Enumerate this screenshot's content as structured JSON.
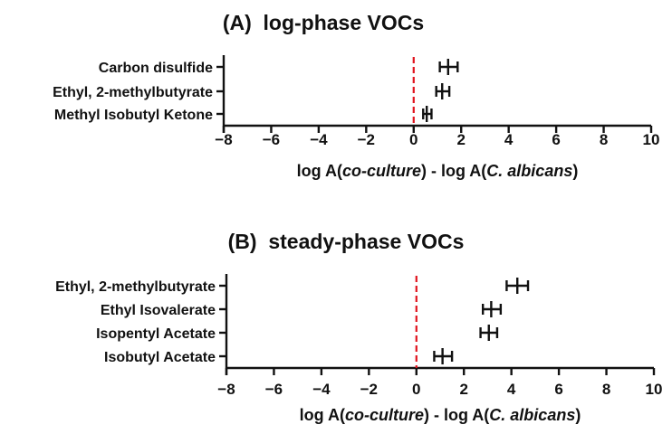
{
  "figure": {
    "panels": [
      {
        "id": "A",
        "title": "(A)  log-phase VOCs",
        "xlabel_parts": [
          {
            "text": "log A(",
            "italic": false
          },
          {
            "text": "co-culture",
            "italic": true
          },
          {
            "text": ") - log A(",
            "italic": false
          },
          {
            "text": "C. albicans",
            "italic": true
          },
          {
            "text": ")",
            "italic": false
          }
        ],
        "xticks": [
          "−8",
          "−6",
          "−4",
          "−2",
          "0",
          "2",
          "4",
          "6",
          "8",
          "10"
        ],
        "reference_line_color": "#e0141e"
      },
      {
        "id": "B",
        "title": "(B)  steady-phase VOCs",
        "xlabel_parts": [
          {
            "text": "log A(",
            "italic": false
          },
          {
            "text": "co-culture",
            "italic": true
          },
          {
            "text": ") - log A(",
            "italic": false
          },
          {
            "text": "C. albicans",
            "italic": true
          },
          {
            "text": ")",
            "italic": false
          }
        ],
        "xticks": [
          "−8",
          "−6",
          "−4",
          "−2",
          "0",
          "2",
          "4",
          "6",
          "8",
          "10"
        ],
        "reference_line_color": "#e0141e"
      }
    ]
  },
  "chart_data": [
    {
      "type": "scatter",
      "subtype": "forest-plot (mean with horizontal error bars)",
      "title": "(A)  log-phase VOCs",
      "xlabel": "log A(co-culture) - log A(C. albicans)",
      "ylabel": "",
      "xlim": [
        -8,
        10
      ],
      "xticks": [
        -8,
        -6,
        -4,
        -2,
        0,
        2,
        4,
        6,
        8,
        10
      ],
      "reference_line": {
        "x": 0,
        "style": "dashed",
        "color": "#e0141e"
      },
      "grid": false,
      "categories": [
        "Carbon disulfide",
        "Ethyl, 2-methylbutyrate",
        "Methyl Isobutyl Ketone"
      ],
      "values": [
        1.45,
        1.2,
        0.55
      ],
      "error_low": [
        1.1,
        0.95,
        0.4
      ],
      "error_high": [
        1.85,
        1.5,
        0.75
      ]
    },
    {
      "type": "scatter",
      "subtype": "forest-plot (mean with horizontal error bars)",
      "title": "(B)  steady-phase VOCs",
      "xlabel": "log A(co-culture) - log A(C. albicans)",
      "ylabel": "",
      "xlim": [
        -8,
        10
      ],
      "xticks": [
        -8,
        -6,
        -4,
        -2,
        0,
        2,
        4,
        6,
        8,
        10
      ],
      "reference_line": {
        "x": 0,
        "style": "dashed",
        "color": "#e0141e"
      },
      "grid": false,
      "categories": [
        "Ethyl, 2-methylbutyrate",
        "Ethyl Isovalerate",
        "Isopentyl Acetate",
        "Isobutyl Acetate"
      ],
      "values": [
        4.25,
        3.15,
        3.05,
        1.1
      ],
      "error_low": [
        3.8,
        2.8,
        2.7,
        0.75
      ],
      "error_high": [
        4.7,
        3.55,
        3.4,
        1.5
      ]
    }
  ]
}
